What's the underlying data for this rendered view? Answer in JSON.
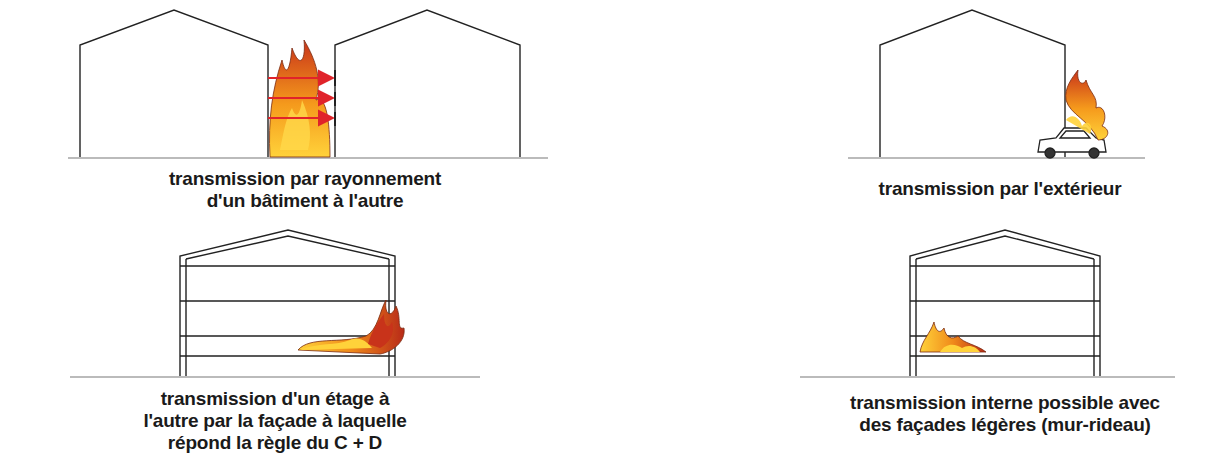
{
  "diagram": {
    "labels": [
      "transmission par rayonnement d'un bâtiment à l'autre",
      "transmission par l'extérieur",
      "transmission d'un étage à l'autre par la façade à laquelle répond la règle du C + D",
      "transmission interne possible avec des façades légères (mur-rideau)"
    ]
  }
}
